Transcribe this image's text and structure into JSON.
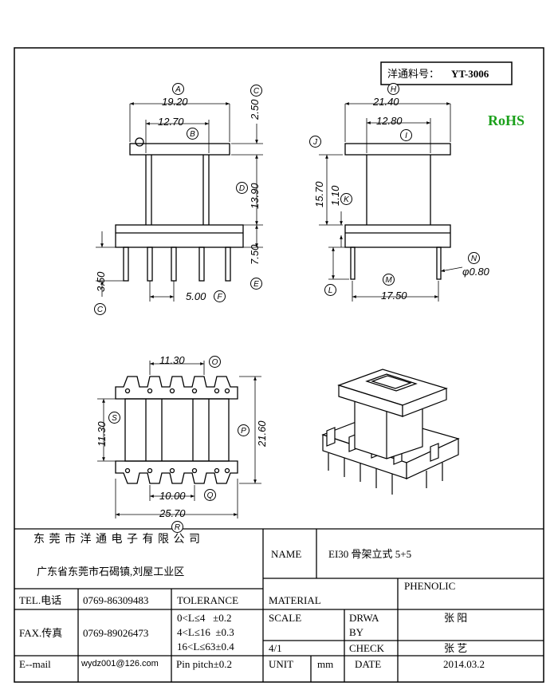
{
  "header": {
    "part_label": "洋通料号：",
    "part_number": "YT-3006",
    "rohs": "RoHS"
  },
  "dims_side": {
    "A": "19.20",
    "B": "12.70",
    "C_top": "2.50",
    "D": "13.90",
    "E": "7.50",
    "C_left": "3.50",
    "F": "5.00"
  },
  "dims_front": {
    "H": "21.40",
    "I": "12.80",
    "J": "15.70",
    "K": "1.10",
    "M": "17.50",
    "N": "φ0.80"
  },
  "dims_bottom": {
    "O": "11.30",
    "S": "11.30",
    "P": "21.60",
    "Q": "10.00",
    "R": "25.70"
  },
  "callouts": [
    "A",
    "B",
    "C",
    "D",
    "E",
    "F",
    "H",
    "I",
    "J",
    "K",
    "L",
    "M",
    "N",
    "O",
    "P",
    "Q",
    "R",
    "S"
  ],
  "title_block": {
    "company": "东 莞 市 洋 通 电 子 有 限 公 司",
    "address": "广东省东莞市石碣镇,刘屋工业区",
    "name_label": "NAME",
    "name_value": "EI30 骨架立式 5+5",
    "tel_label": "TEL.电话",
    "tel_value": "0769-86309483",
    "fax_label": "FAX.传真",
    "fax_value": "0769-89026473",
    "email_label": "E--mail",
    "email_value": "wydz001@126.com",
    "tolerance_label": "TOLERANCE",
    "tol_1": "0<L≤4   ±0.2",
    "tol_2": "4<L≤16  ±0.3",
    "tol_3": "16<L≤63±0.4",
    "pin_pitch": "Pin pitch±0.2",
    "material_label": "MATERIAL",
    "material_value": "PHENOLIC",
    "scale_label": "SCALE",
    "scale_value": "4/1",
    "drawn_label_1": "DRWA",
    "drawn_label_2": "BY",
    "drawn_value": "张 阳",
    "check_label": "CHECK",
    "check_value": "张 艺",
    "unit_label": "UNIT",
    "unit_value": "mm",
    "date_label": "DATE",
    "date_value": "2014.03.2"
  }
}
